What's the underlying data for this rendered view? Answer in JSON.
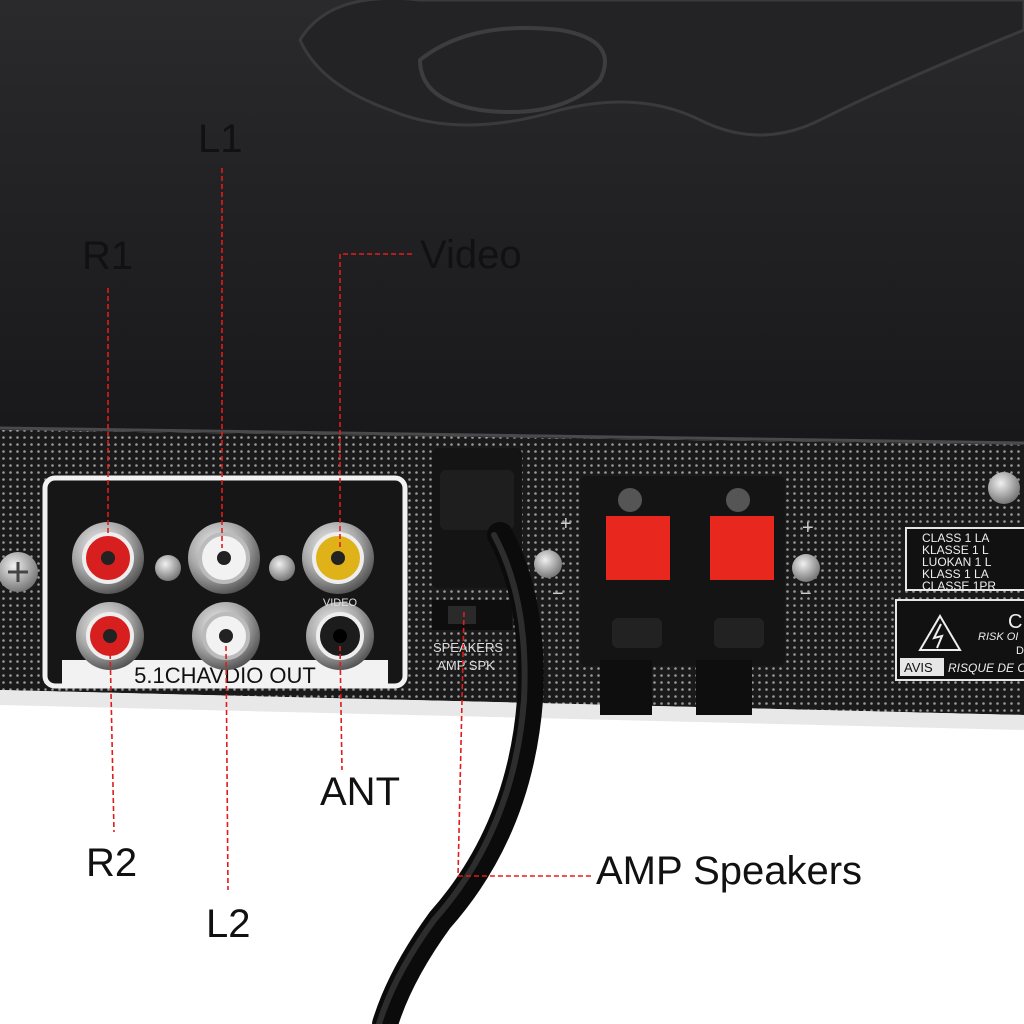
{
  "callouts": {
    "r1": "R1",
    "l1": "L1",
    "video": "Video",
    "r2": "R2",
    "l2": "L2",
    "ant": "ANT",
    "amp_speakers": "AMP Speakers"
  },
  "panel": {
    "audio_out_label": "5.1CHAVDIO OUT",
    "jack_label_video": "VIDEO",
    "speaker_switch_top": "SPEAKERS",
    "speaker_switch_bottom": "AMP SPK",
    "plus_sign": "+",
    "minus_sign": "−",
    "class_lines": [
      "CLASS 1 LA",
      "KLASSE 1 L",
      "LUOKAN 1 L",
      "KLASS 1 LA",
      "CLASSE 1PR"
    ],
    "caution_risk": "RISK OI",
    "caution_c": "C",
    "caution_d": "D",
    "avis": "AVIS",
    "avis_text": "RISQUE DE C"
  },
  "colors": {
    "callout_line": "#e21b1b",
    "jack_red": "#d81f1f",
    "jack_yellow": "#e0b21a",
    "terminal_red": "#e8271f",
    "chassis": "#1b1b1d"
  }
}
